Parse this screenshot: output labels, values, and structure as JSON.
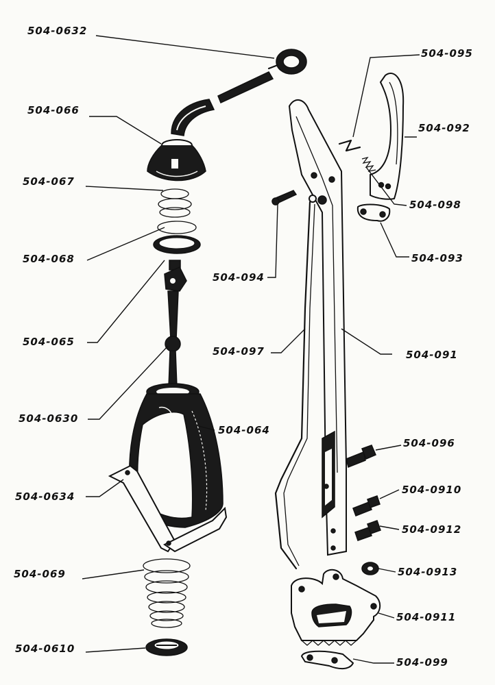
{
  "parts": {
    "p0632": "504-0632",
    "p066": "504-066",
    "p067": "504-067",
    "p068": "504-068",
    "p065": "504-065",
    "p0630": "504-0630",
    "p0634": "504-0634",
    "p069": "504-069",
    "p0610": "504-0610",
    "p064": "504-064",
    "p094": "504-094",
    "p097": "504-097",
    "p095": "504-095",
    "p092": "504-092",
    "p098": "504-098",
    "p093": "504-093",
    "p091": "504-091",
    "p096": "504-096",
    "p0910": "504-0910",
    "p0912": "504-0912",
    "p0913": "504-0913",
    "p0911": "504-0911",
    "p099": "504-099"
  }
}
